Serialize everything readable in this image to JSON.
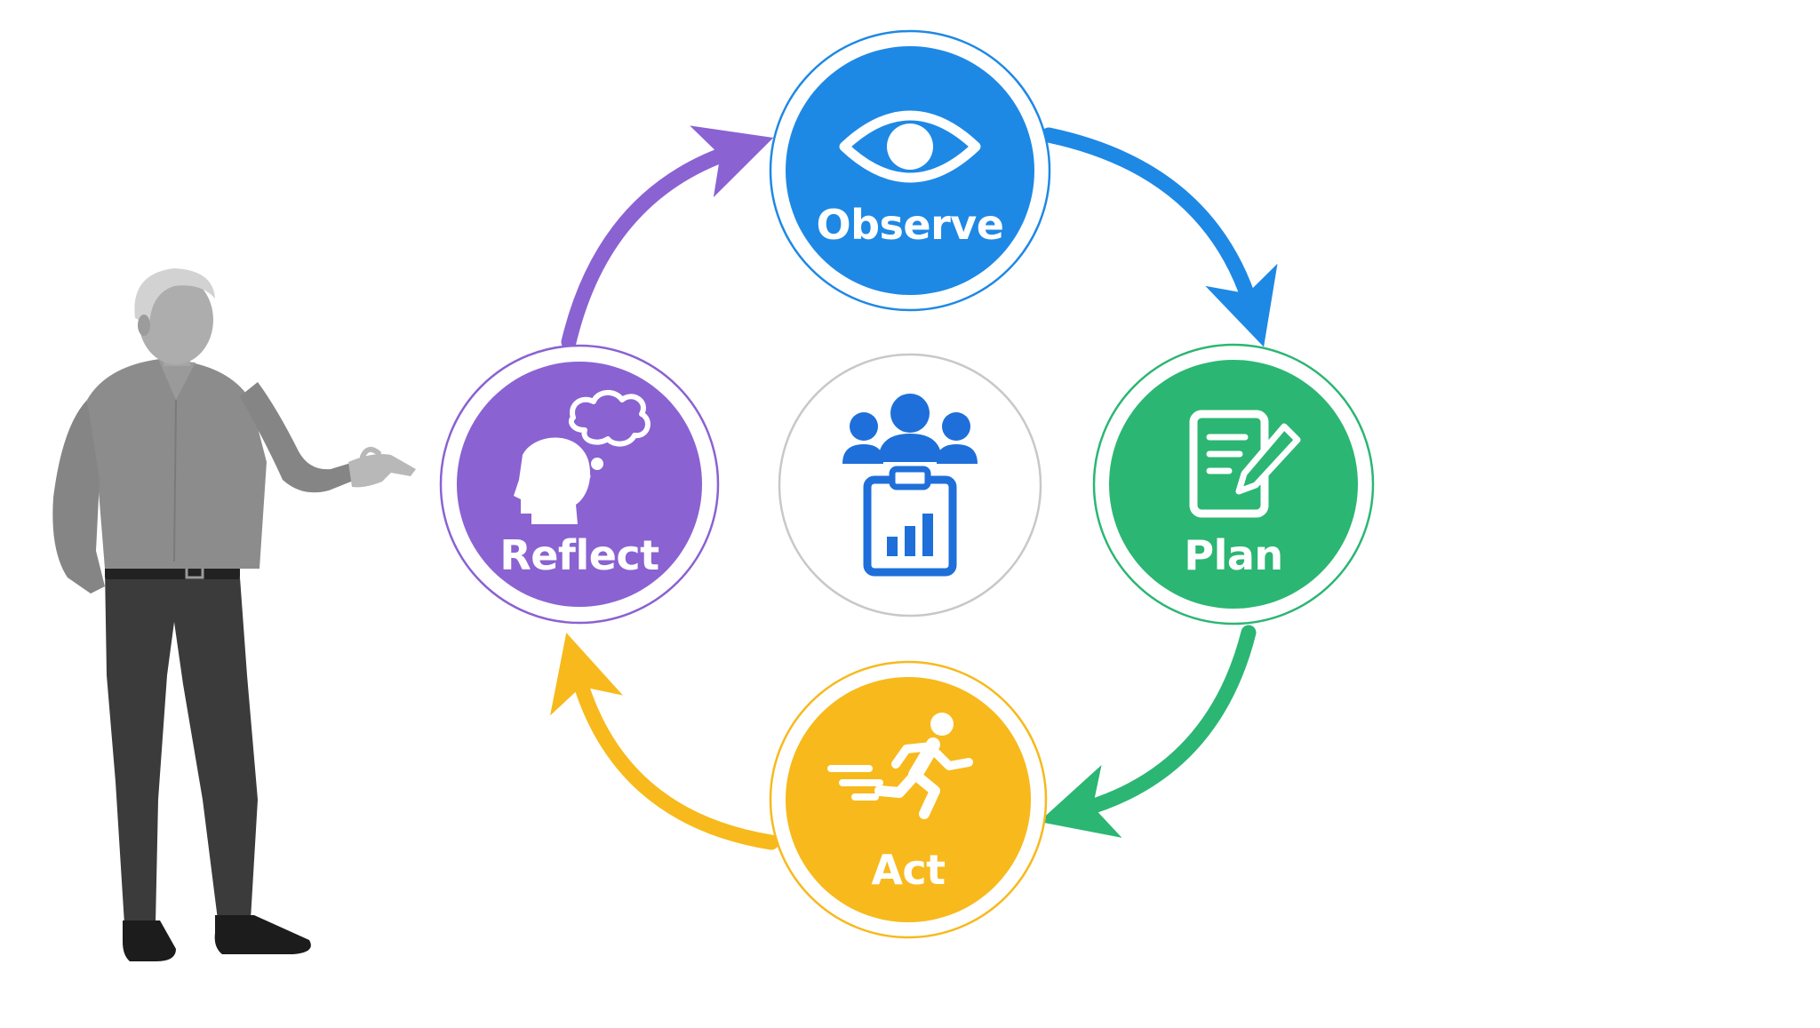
{
  "diagram": {
    "type": "cycle",
    "nodes": [
      {
        "id": "observe",
        "label": "Observe",
        "icon": "eye-icon",
        "color": "#1e88e5"
      },
      {
        "id": "plan",
        "label": "Plan",
        "icon": "document-edit-icon",
        "color": "#2bb673"
      },
      {
        "id": "act",
        "label": "Act",
        "icon": "running-person-icon",
        "color": "#f7b91c"
      },
      {
        "id": "reflect",
        "label": "Reflect",
        "icon": "head-thought-bubble-icon",
        "color": "#8a62d2"
      }
    ],
    "center": {
      "icon": "team-clipboard-chart-icon",
      "color": "#1e6fd9"
    },
    "cycle_direction": "clockwise",
    "presenter": {
      "description_icon": "presenter-person-icon"
    }
  }
}
